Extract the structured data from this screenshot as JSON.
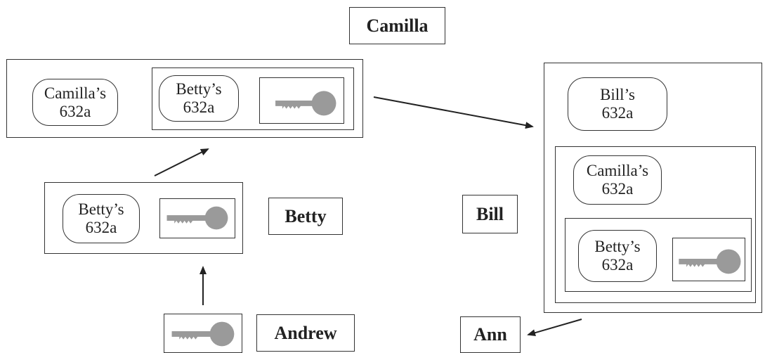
{
  "participants": {
    "camilla": "Camilla",
    "betty": "Betty",
    "bill": "Bill",
    "andrew": "Andrew",
    "ann": "Ann"
  },
  "certificates": {
    "camilla_top": {
      "owner": "Camilla’s",
      "id": "632a"
    },
    "betty_in_camilla": {
      "owner": "Betty’s",
      "id": "632a"
    },
    "betty_mid": {
      "owner": "Betty’s",
      "id": "632a"
    },
    "bill_outer": {
      "owner": "Bill’s",
      "id": "632a"
    },
    "camilla_in_bill": {
      "owner": "Camilla’s",
      "id": "632a"
    },
    "betty_in_bill": {
      "owner": "Betty’s",
      "id": "632a"
    }
  },
  "colors": {
    "line": "#333333",
    "key": "#9a9a9a"
  },
  "icons": [
    "key-icon",
    "arrow-icon"
  ]
}
